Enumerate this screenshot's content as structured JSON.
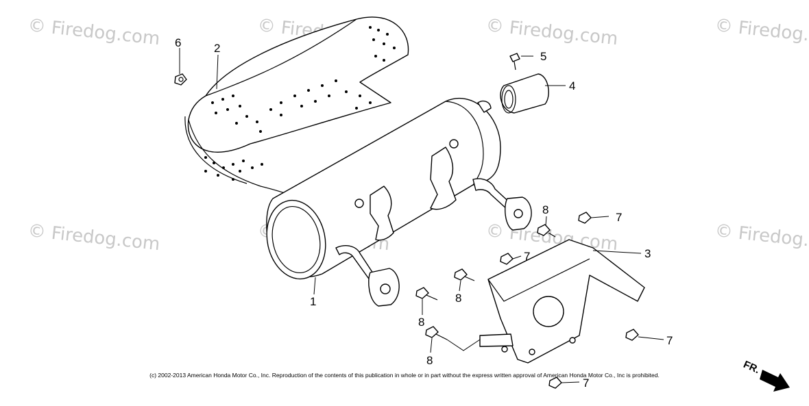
{
  "watermark": "© Firedog.com",
  "callouts": [
    "1",
    "2",
    "3",
    "4",
    "5",
    "6",
    "7",
    "7",
    "7",
    "7",
    "8",
    "8",
    "8",
    "8"
  ],
  "copyright": "(c) 2002-2013 American Honda Motor Co., Inc. Reproduction of the contents of this publication in whole or in part without the express written approval of American Honda Motor Co., Inc is prohibited.",
  "direction_label": "FR."
}
